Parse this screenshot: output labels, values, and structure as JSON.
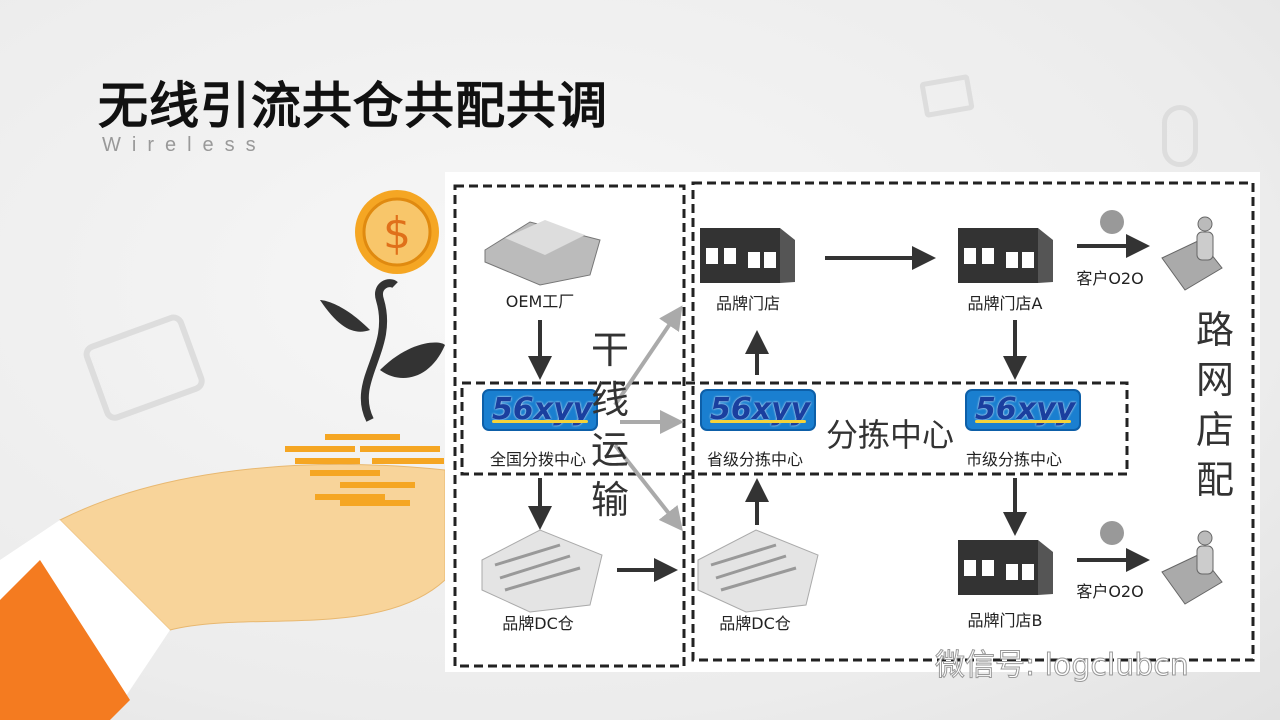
{
  "title": "无线引流共仓共配共调",
  "subtitle": "Wireless",
  "diagram": {
    "nodes": {
      "oem": "OEM工厂",
      "brand_store": "品牌门店",
      "store_a": "品牌门店A",
      "store_b": "品牌门店B",
      "national_hub": "全国分拨中心",
      "provincial_hub": "省级分拣中心",
      "city_hub": "市级分拣中心",
      "dc1": "品牌DC仓",
      "dc2": "品牌DC仓",
      "o2o_a": "客户O2O",
      "o2o_b": "客户O2O"
    },
    "logo_text": "56xyy",
    "trunk_label": "干线运输",
    "sorting_label": "分拣中心",
    "route_label": "路网店配"
  },
  "watermark": "微信号: logclubcn",
  "colors": {
    "accent": "#f47b20",
    "coin": "#f5a623",
    "dark": "#333333"
  }
}
